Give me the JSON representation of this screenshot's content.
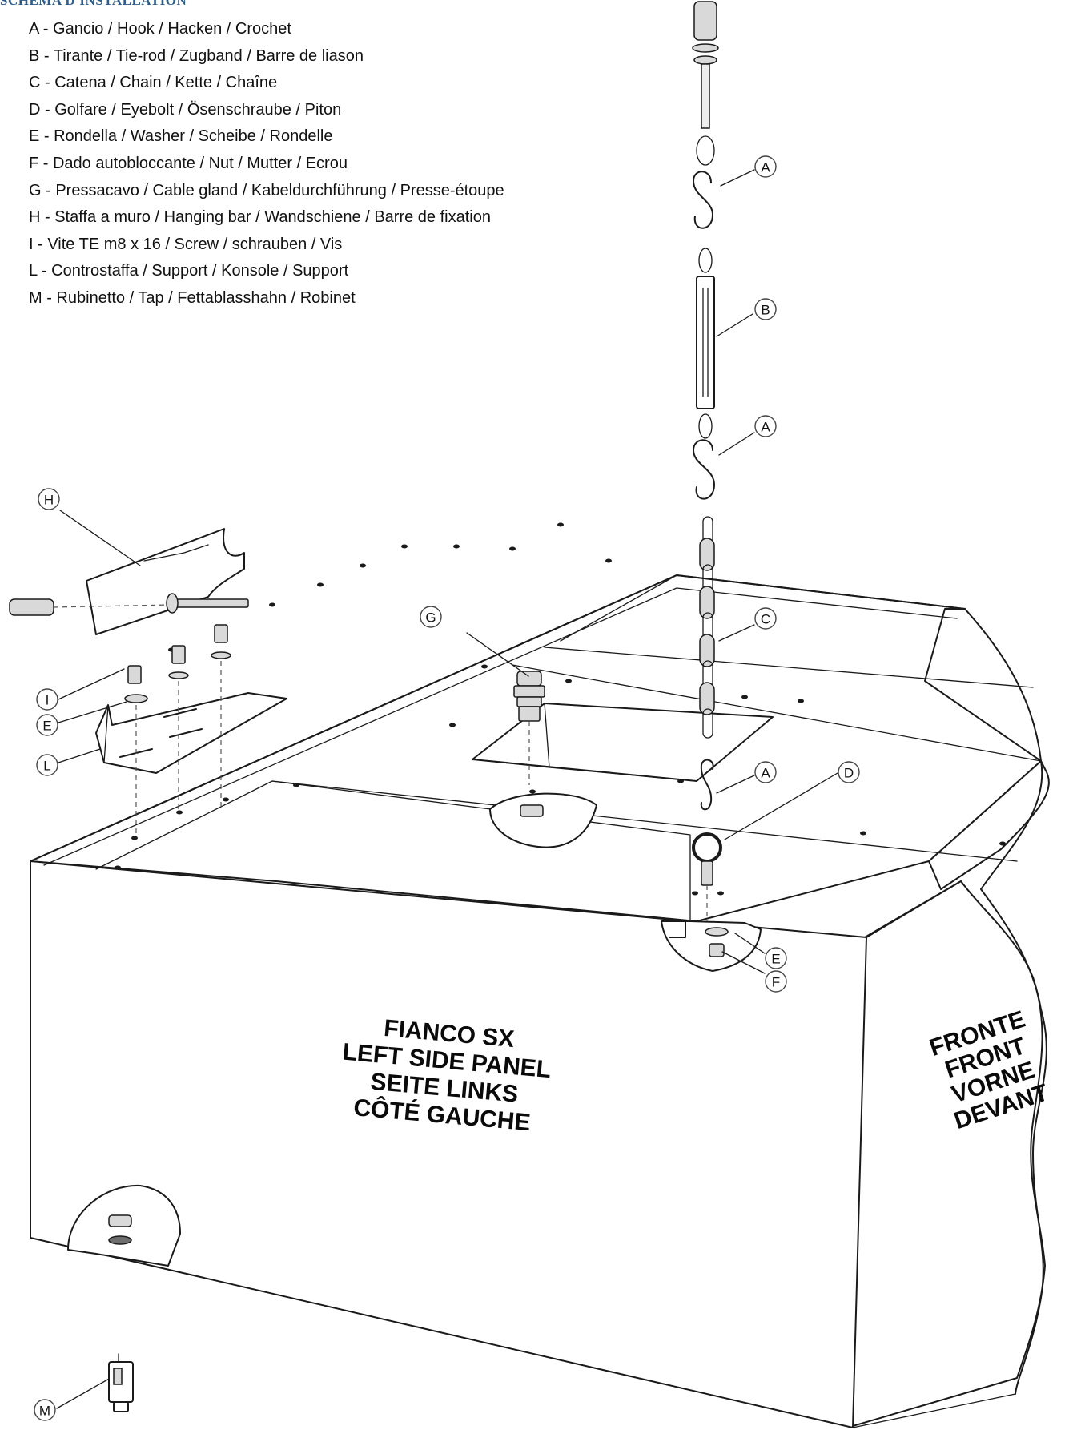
{
  "heading": "SCHÉMA D'INSTALLATION",
  "legend": [
    "A - Gancio / Hook / Hacken / Crochet",
    "B - Tirante / Tie-rod / Zugband / Barre de liason",
    "C - Catena / Chain / Kette / Chaîne",
    "D - Golfare / Eyebolt / Ösenschraube / Piton",
    "E - Rondella / Washer / Scheibe / Rondelle",
    "F - Dado autobloccante / Nut / Mutter / Ecrou",
    "G - Pressacavo / Cable gland / Kabeldurchführung / Presse-étoupe",
    "H - Staffa a muro / Hanging bar / Wandschiene / Barre de fixation",
    "I - Vite TE m8 x 16 / Screw / schrauben / Vis",
    "L - Controstaffa / Support / Konsole / Support",
    "M - Rubinetto / Tap / Fettablasshahn / Robinet"
  ],
  "callouts": {
    "A": "A",
    "B": "B",
    "C": "C",
    "D": "D",
    "E": "E",
    "F": "F",
    "G": "G",
    "H": "H",
    "I": "I",
    "L": "L",
    "M": "M"
  },
  "side_panel_label": [
    "FIANCO SX",
    "LEFT SIDE PANEL",
    "SEITE LINKS",
    "CÔTÉ GAUCHE"
  ],
  "front_label": [
    "FRONTE",
    "FRONT",
    "VORNE",
    "DEVANT"
  ]
}
